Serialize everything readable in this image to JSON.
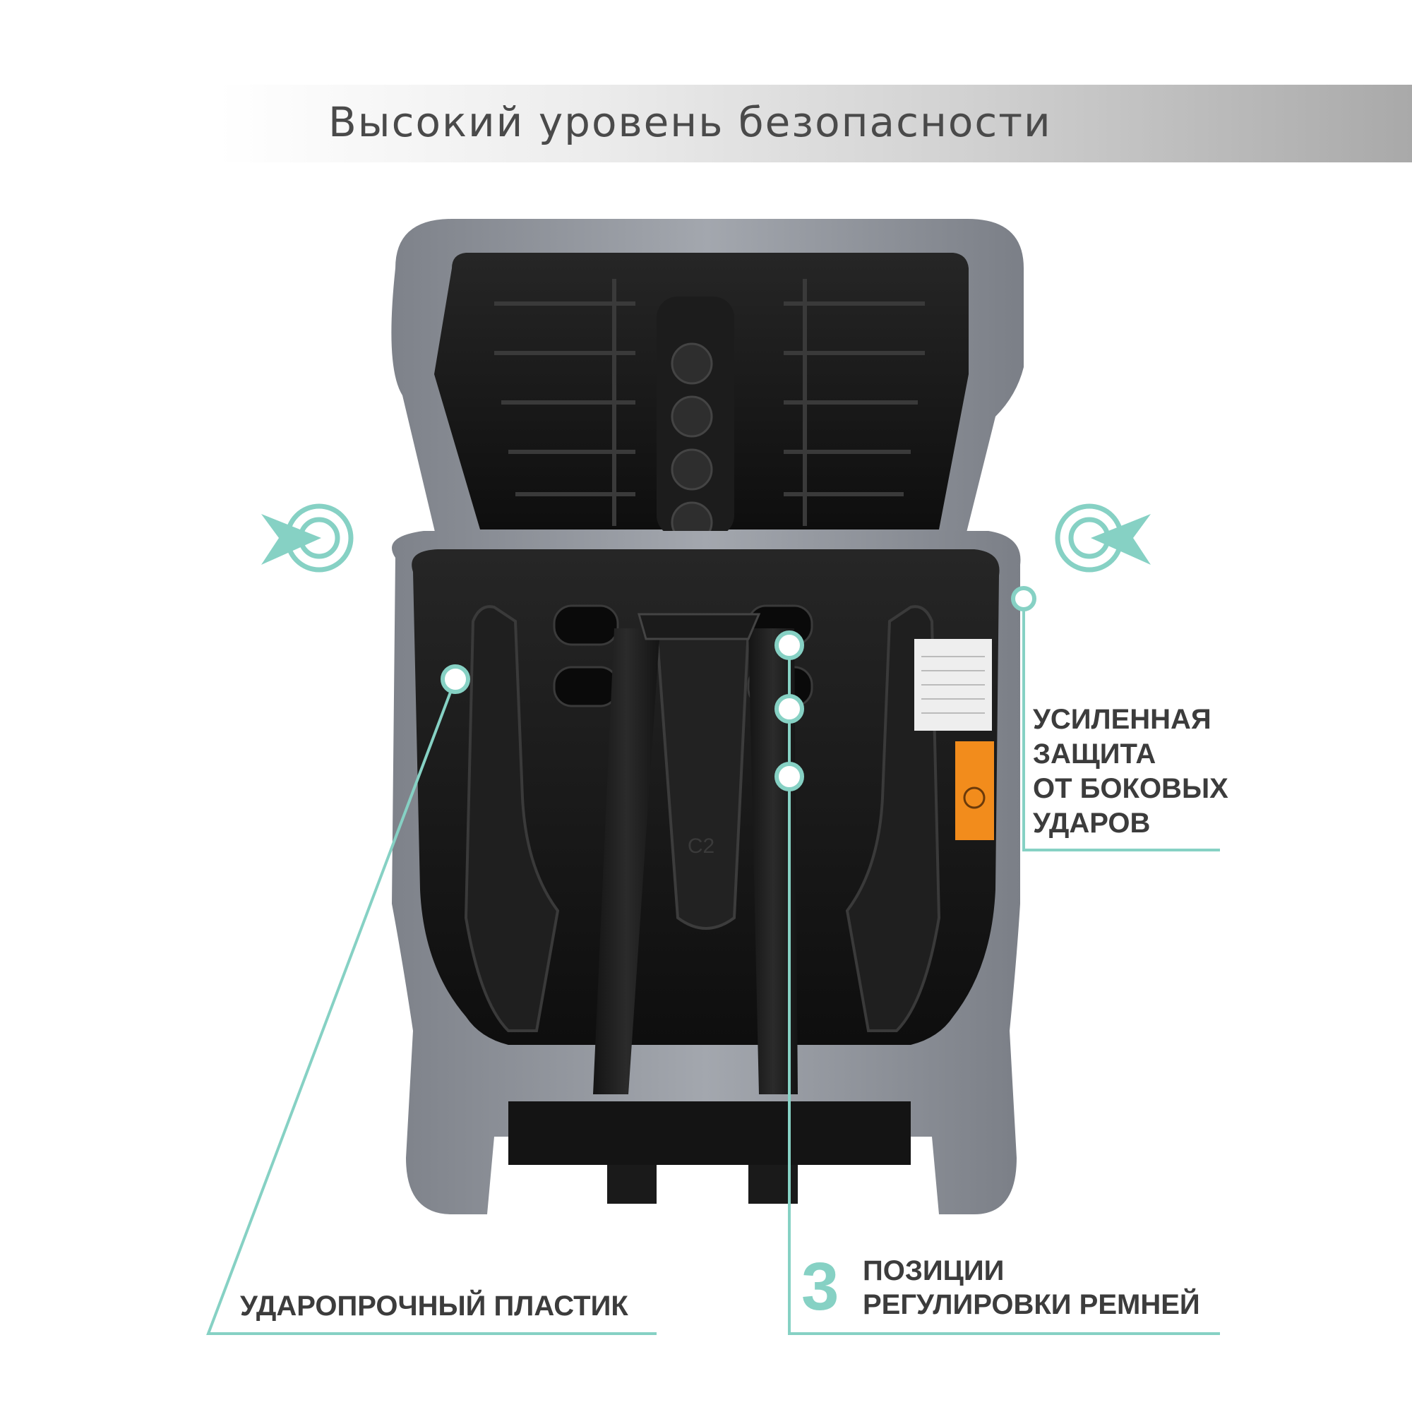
{
  "header": {
    "title": "Высокий уровень безопасности"
  },
  "colors": {
    "accent": "#86d1c4",
    "text": "#3c3c3c",
    "title": "#4a4a4a",
    "fabric": "#8e929a",
    "shell": "#151515",
    "label": "#f28c1c"
  },
  "callouts": {
    "side_protection": {
      "lines": [
        "УСИЛЕННАЯ",
        "ЗАЩИТА",
        "ОТ БОКОВЫХ",
        "УДАРОВ"
      ]
    },
    "plastic": {
      "text": "УДАРОПРОЧНЫЙ ПЛАСТИК"
    },
    "straps": {
      "number": "3",
      "lines": [
        "ПОЗИЦИИ",
        "РЕГУЛИРОВКИ РЕМНЕЙ"
      ]
    }
  },
  "icons": {
    "left_marker": "arrow-target-icon",
    "right_marker": "arrow-target-icon"
  }
}
